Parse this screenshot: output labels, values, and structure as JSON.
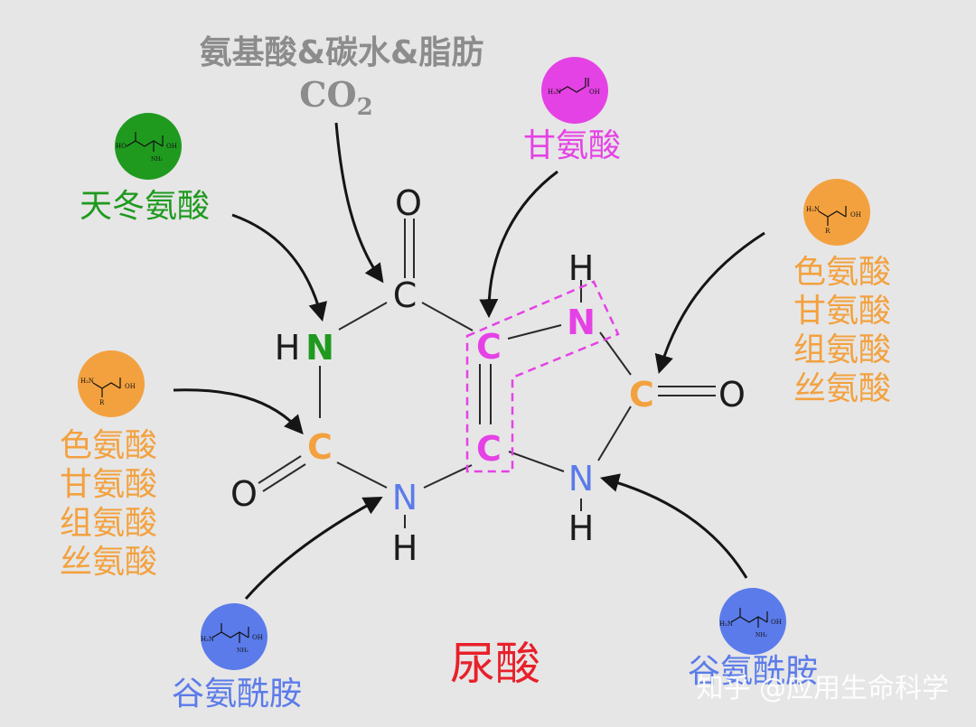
{
  "sources": {
    "top": {
      "line1": "氨基酸&碳水&脂肪",
      "formula_base": "CO",
      "formula_sub": "2"
    },
    "glycine": "甘氨酸",
    "aspartate": "天冬氨酸",
    "left_list": [
      "色氨酸",
      "甘氨酸",
      "组氨酸",
      "丝氨酸"
    ],
    "right_list": [
      "色氨酸",
      "甘氨酸",
      "组氨酸",
      "丝氨酸"
    ],
    "glutamine_left": "谷氨酰胺",
    "glutamine_right": "谷氨酰胺"
  },
  "molecule": {
    "name": "尿酸",
    "atoms": {
      "o_top": "O",
      "c_carbonyl": "C",
      "h_n1": "H",
      "n1": "N",
      "c2": "C",
      "o_left": "O",
      "n3": "N",
      "h_n3": "H",
      "c4": "C",
      "c5": "C",
      "h_n7": "H",
      "n7": "N",
      "c8": "C",
      "o_right": "O",
      "n9": "N",
      "h_n9": "H"
    }
  },
  "structure_icons": {
    "aspartate": {
      "ho": "HO",
      "oh": "OH",
      "nh2": "NH₂"
    },
    "glycine": {
      "h2n": "H₂N",
      "oh": "OH"
    },
    "amino_acid_left": {
      "h2n": "H₂N",
      "oh": "OH",
      "r": "R"
    },
    "amino_acid_right": {
      "h2n": "H₂N",
      "oh": "OH",
      "r": "R"
    },
    "glutamine_left": {
      "h2n": "H₂N",
      "oh": "OH",
      "nh2": "NH₂"
    },
    "glutamine_right": {
      "h2n": "H₂N",
      "oh": "OH",
      "nh2": "NH₂"
    }
  },
  "watermark": "知乎 @应用生命科学",
  "colors": {
    "gray": "#8c8c8c",
    "green": "#1f9a1f",
    "magenta": "#e542e5",
    "orange": "#f3a13f",
    "blue": "#5b7bea",
    "red": "#e8202a",
    "black": "#1c1c1c"
  }
}
